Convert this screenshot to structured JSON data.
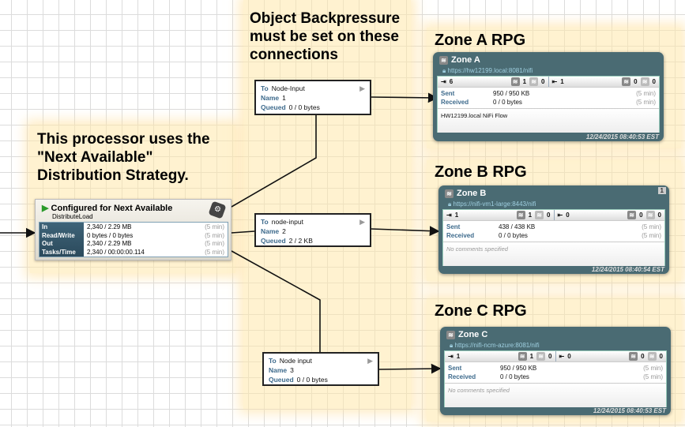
{
  "notes": {
    "backpressure": "Object Backpressure must be set on these connections",
    "processor": "This processor uses the \"Next Available\" Distribution Strategy."
  },
  "processor": {
    "name": "Configured for Next Available",
    "type": "DistributeLoad",
    "icon": "processor-icon",
    "labels": [
      "In",
      "Read/Write",
      "Out",
      "Tasks/Time"
    ],
    "values": [
      "2,340 / 2.29 MB",
      "0 bytes / 0 bytes",
      "2,340 / 2.29 MB",
      "2,340 / 00:00:00.114"
    ],
    "window": "(5 min)"
  },
  "connections": [
    {
      "to_label": "To",
      "to": "Node-Input",
      "name_label": "Name",
      "name": "1",
      "queued_label": "Queued",
      "queued": "0 / 0 bytes"
    },
    {
      "to_label": "To",
      "to": "node-input",
      "name_label": "Name",
      "name": "2",
      "queued_label": "Queued",
      "queued": "2 / 2 KB"
    },
    {
      "to_label": "To",
      "to": "Node input",
      "name_label": "Name",
      "name": "3",
      "queued_label": "Queued",
      "queued": "0 / 0 bytes"
    }
  ],
  "rpgs": [
    {
      "heading": "Zone A RPG",
      "name": "Zone A",
      "url": "https://hw12199.local:8081/nifi",
      "in_ports": "6",
      "in_tx": "1",
      "in_notx": "0",
      "out_ports": "1",
      "out_tx": "0",
      "out_notx": "0",
      "sent_label": "Sent",
      "sent": "950 / 950 KB",
      "recv_label": "Received",
      "received": "0 / 0 bytes",
      "window": "(5 min)",
      "comments": "HW12199.local NiFi Flow",
      "timestamp": "12/24/2015 08:40:53 EST"
    },
    {
      "heading": "Zone B RPG",
      "name": "Zone B",
      "url": "https://nifi-vm1-large:8443/nifi",
      "in_ports": "1",
      "in_tx": "1",
      "in_notx": "0",
      "out_ports": "0",
      "out_tx": "0",
      "out_notx": "0",
      "sent_label": "Sent",
      "sent": "438 / 438 KB",
      "recv_label": "Received",
      "received": "0 / 0 bytes",
      "window": "(5 min)",
      "comments": "No comments specified",
      "timestamp": "12/24/2015 08:40:54 EST",
      "badge": "1"
    },
    {
      "heading": "Zone C RPG",
      "name": "Zone C",
      "url": "https://nifi-ncm-azure:8081/nifi",
      "in_ports": "1",
      "in_tx": "1",
      "in_notx": "0",
      "out_ports": "0",
      "out_tx": "0",
      "out_notx": "0",
      "sent_label": "Sent",
      "sent": "950 / 950 KB",
      "recv_label": "Received",
      "received": "0 / 0 bytes",
      "window": "(5 min)",
      "comments": "No comments specified",
      "timestamp": "12/24/2015 08:40:53 EST"
    }
  ]
}
